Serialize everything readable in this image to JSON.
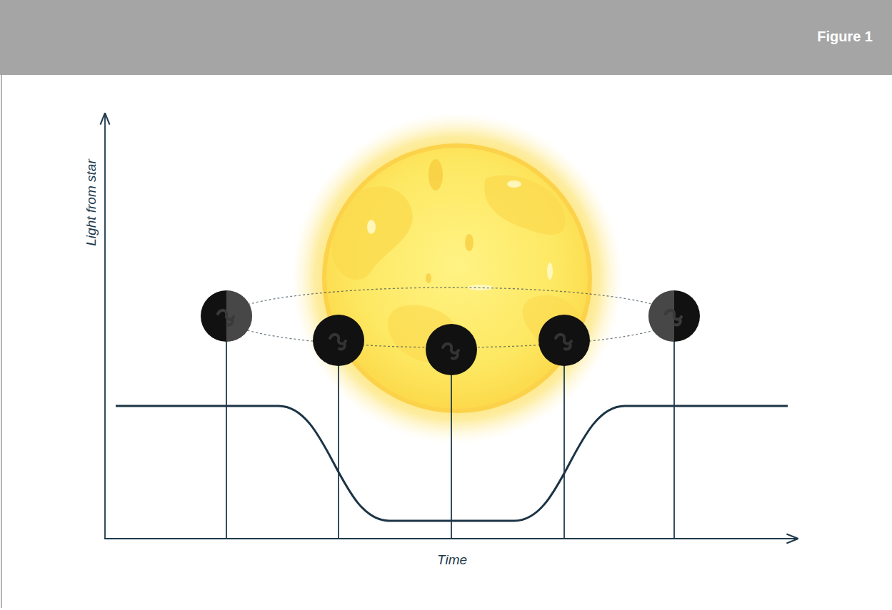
{
  "diagram": {
    "title": "Figure 1",
    "labels": [
      "Light from star",
      "Time"
    ]
  }
}
